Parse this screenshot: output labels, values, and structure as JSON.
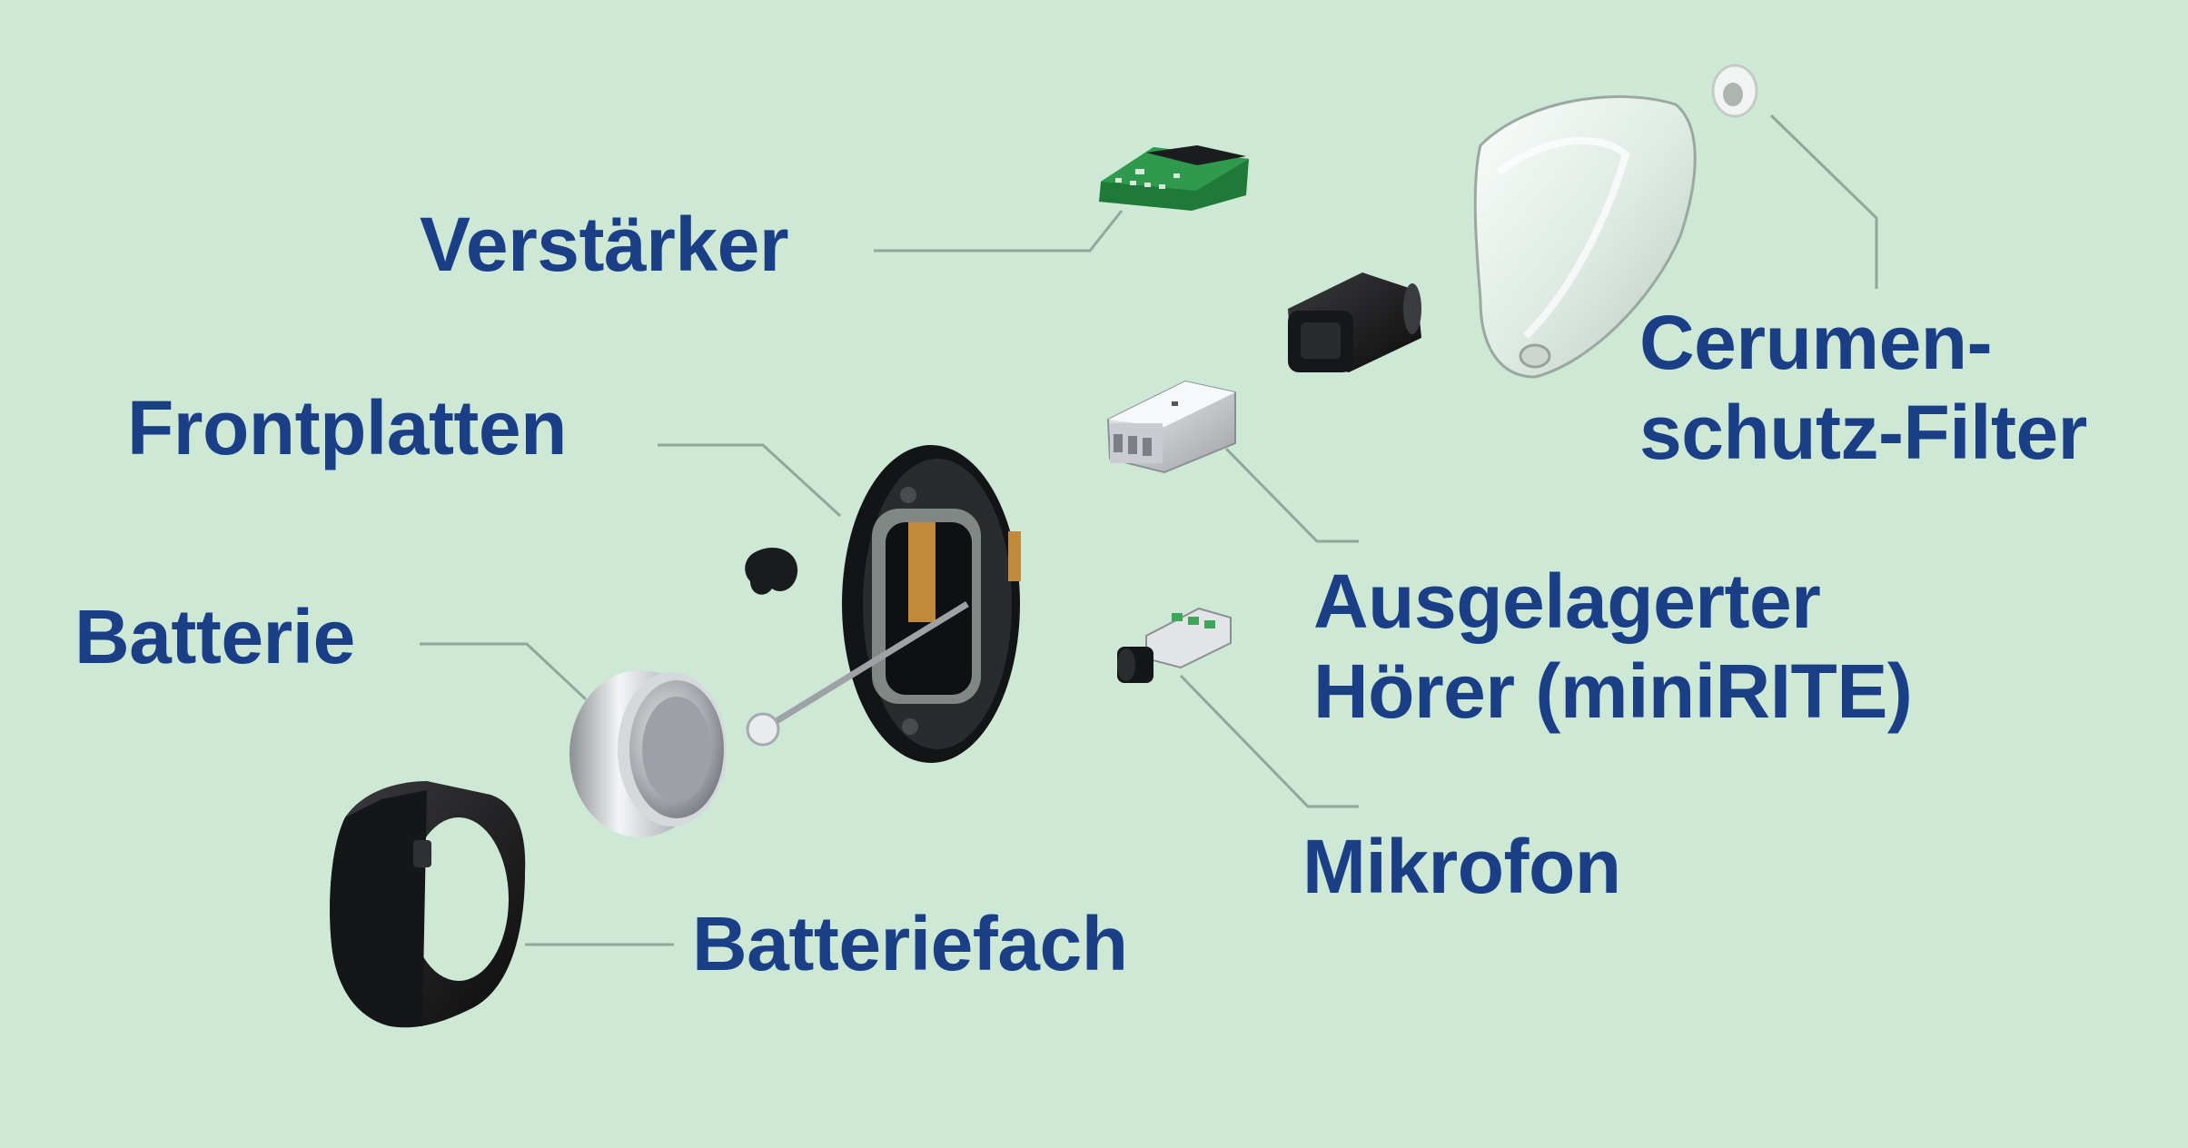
{
  "colors": {
    "background": "#cde9d6",
    "label_text": "#1b3f86",
    "leader_line": "#8fa89a"
  },
  "labels": {
    "verstaerker": "Verstärker",
    "frontplatten": "Frontplatten",
    "batterie": "Batterie",
    "batteriefach": "Batteriefach",
    "cerumen_line1": "Cerumen-",
    "cerumen_line2": "schutz-Filter",
    "hoerer_line1": "Ausgelagerter",
    "hoerer_line2": "Hörer (miniRITE)",
    "mikrofon": "Mikrofon"
  }
}
